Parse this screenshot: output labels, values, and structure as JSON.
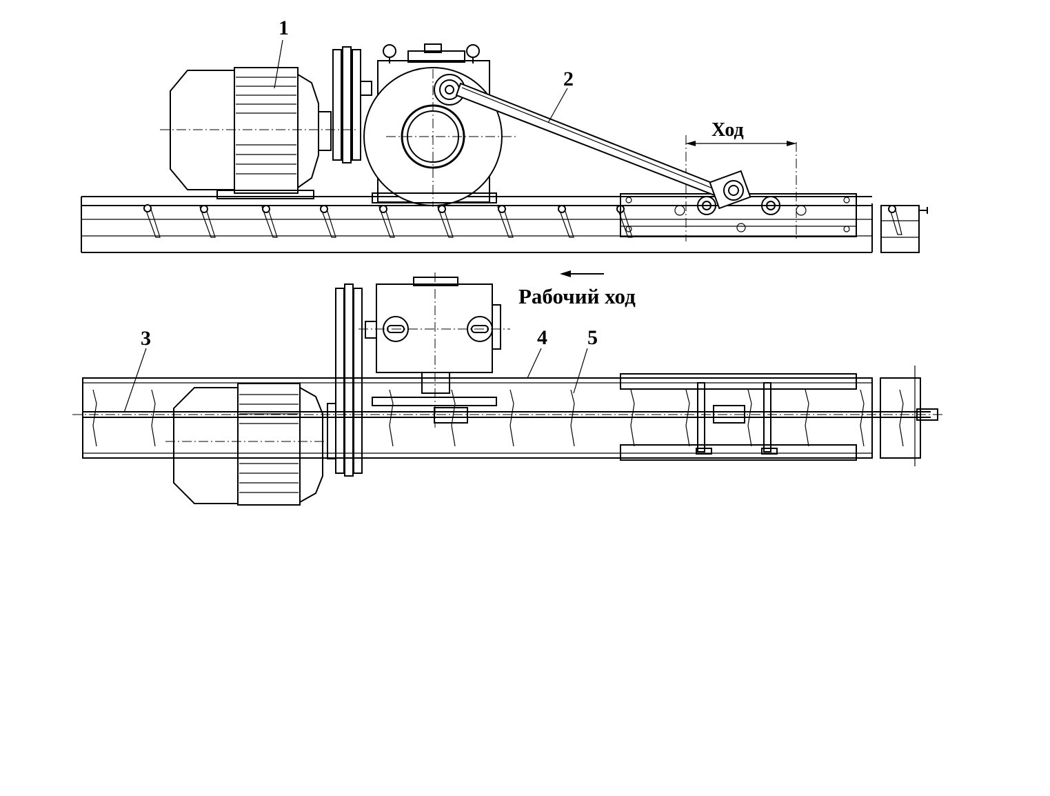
{
  "labels": {
    "motor": "1",
    "connecting_rod": "2",
    "shaft": "3",
    "chute": "4",
    "scraper": "5",
    "stroke": "Ход",
    "working_stroke": "Рабочий ход"
  },
  "colors": {
    "ink": "#000000",
    "paper": "#ffffff"
  }
}
